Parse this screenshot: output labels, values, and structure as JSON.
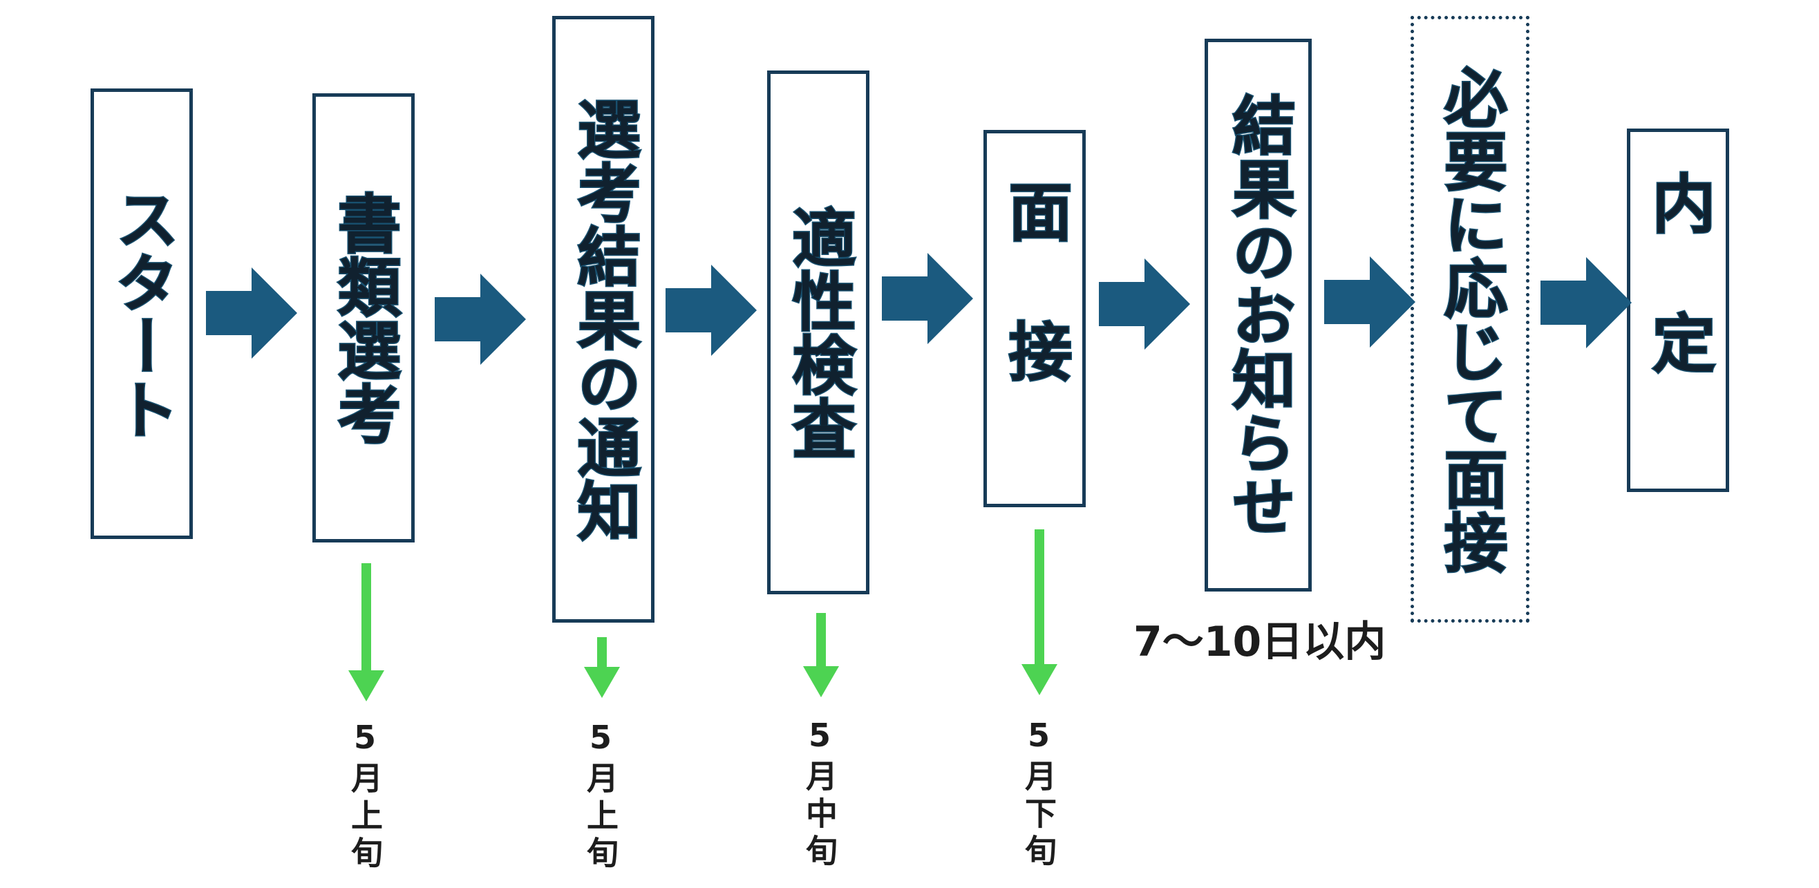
{
  "colors": {
    "box_border": "#173b57",
    "flow_arrow": "#1b5a7f",
    "date_arrow": "#4dd352",
    "text": "#10212f"
  },
  "steps": [
    {
      "label": "スタート"
    },
    {
      "label": "書類選考"
    },
    {
      "label": "選考結果の通知"
    },
    {
      "label": "適性検査"
    },
    {
      "label": "面接"
    },
    {
      "label": "結果のお知らせ"
    },
    {
      "label": "必要に応じて面接"
    },
    {
      "label": "内定"
    }
  ],
  "flow_arrow_icon": "right-arrow-icon",
  "date_arrow_icon": "down-arrow-icon",
  "dates": [
    {
      "label": "5月上旬"
    },
    {
      "label": "5月上旬"
    },
    {
      "label": "5月中旬"
    },
    {
      "label": "5月下旬"
    }
  ],
  "interval_note": "7〜10日以内"
}
